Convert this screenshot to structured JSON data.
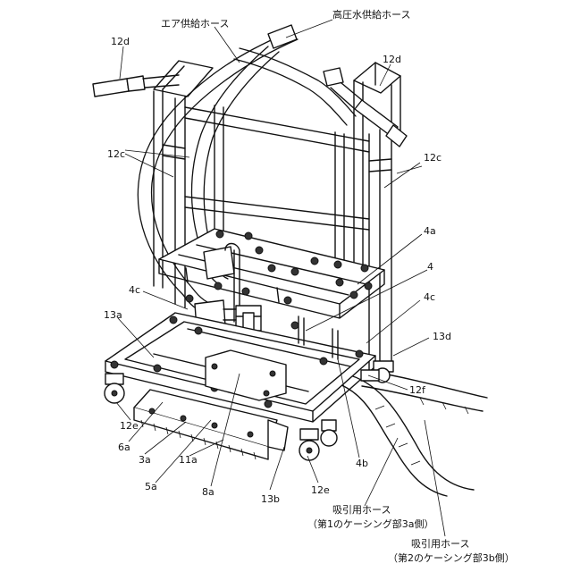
{
  "labels": {
    "air_hose": "エア供給ホース",
    "hp_water_hose": "高圧水供給ホース",
    "l12d_left": "12d",
    "l12d_right": "12d",
    "l12c_left": "12c",
    "l12c_right": "12c",
    "l4a": "4a",
    "l4": "4",
    "l4c_right": "4c",
    "l4c_left": "4c",
    "l13a": "13a",
    "l13d": "13d",
    "l12f": "12f",
    "l12e_left": "12e",
    "l12e_right": "12e",
    "l6a": "6a",
    "l3a": "3a",
    "l11a": "11a",
    "l5a": "5a",
    "l8a": "8a",
    "l13b": "13b",
    "l4b": "4b",
    "suction1_line1": "吸引用ホース",
    "suction1_line2": "（第1のケーシング部3a側）",
    "suction2_line1": "吸引用ホース",
    "suction2_line2": "（第2のケーシング部3b側）"
  }
}
